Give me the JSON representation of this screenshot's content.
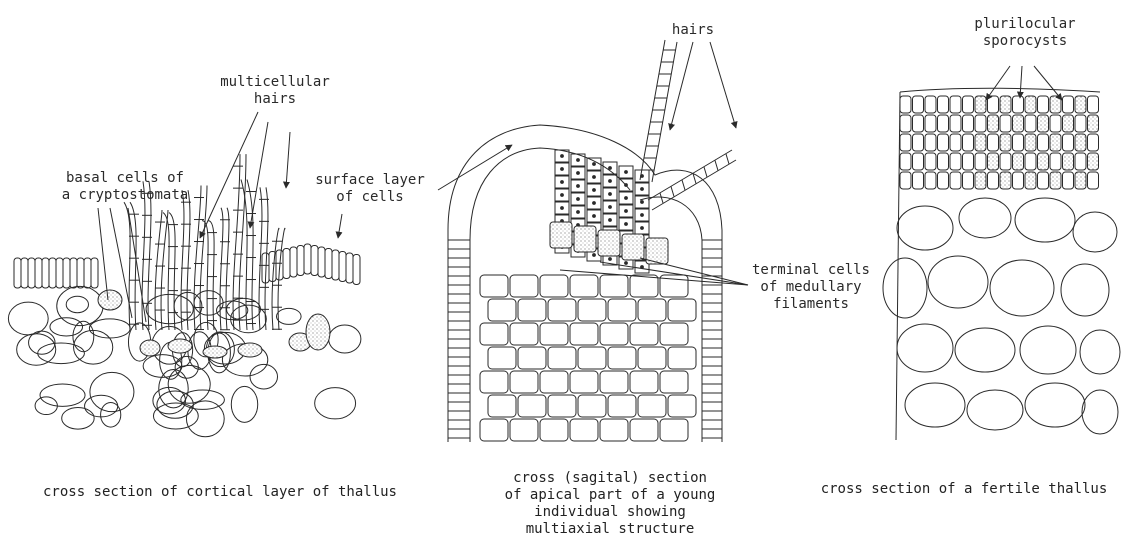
{
  "panels": [
    {
      "id": "cortical",
      "caption": "cross section of cortical layer of thallus",
      "labels": {
        "basal": "basal cells of\na cryptostomata",
        "hairs": "multicellular\nhairs",
        "surface": "surface layer\nof cells"
      }
    },
    {
      "id": "apical",
      "caption": "cross (sagital) section\nof apical part of a young\nindividual showing\nmultiaxial structure",
      "labels": {
        "hairs": "hairs",
        "terminal": "terminal cells\nof medullary\nfilaments"
      }
    },
    {
      "id": "fertile",
      "caption": "cross section of a fertile thallus",
      "labels": {
        "sporocysts": "plurilocular\nsporocysts"
      }
    }
  ],
  "colors": {
    "ink": "#2a2a2a",
    "stipple": "#9a9a9a"
  }
}
